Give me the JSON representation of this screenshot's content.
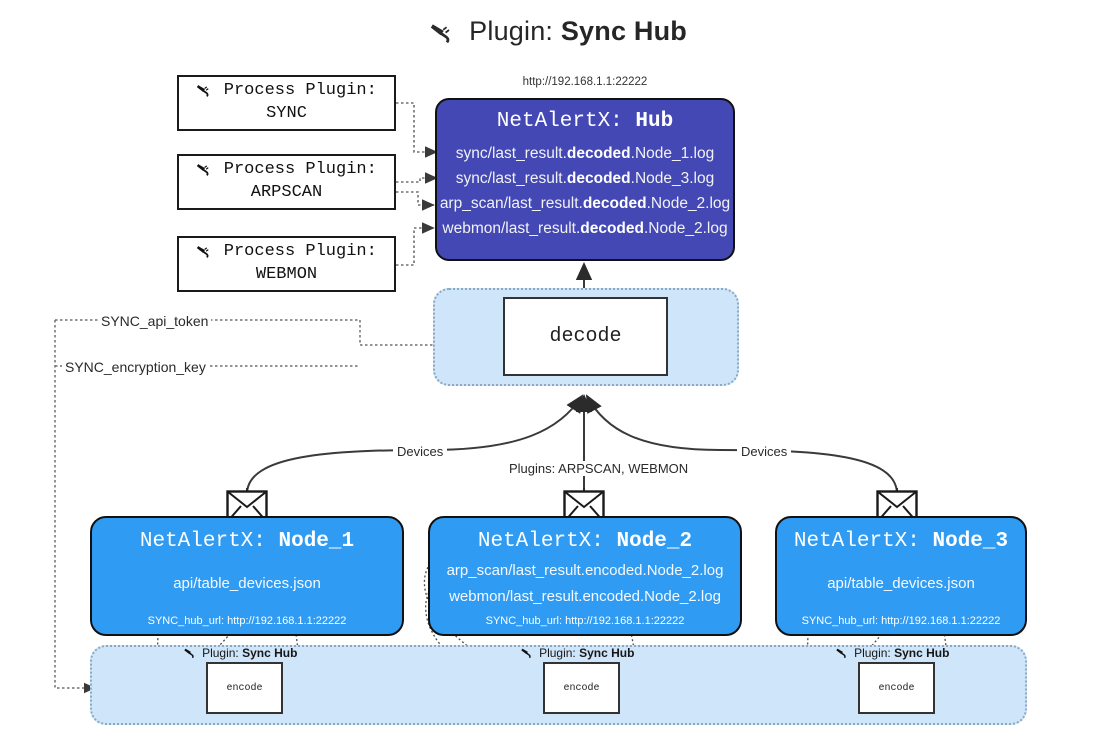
{
  "title": {
    "prefix": "Plugin:",
    "name": "Sync Hub",
    "icon": "plug-icon"
  },
  "colors": {
    "hub": "#4348b4",
    "node": "#2f9bf2",
    "container": "#cfe6fa",
    "border": "#111111"
  },
  "plugin_boxes": [
    {
      "line1": "Process Plugin:",
      "line2": "SYNC",
      "icon": "plug-icon"
    },
    {
      "line1": "Process Plugin:",
      "line2": "ARPSCAN",
      "icon": "plug-icon"
    },
    {
      "line1": "Process Plugin:",
      "line2": "WEBMON",
      "icon": "plug-icon"
    }
  ],
  "hub": {
    "url": "http://192.168.1.1:22222",
    "label_prefix": "NetAlertX:",
    "label_name": "Hub",
    "logs": [
      {
        "pre": "sync/last_result.",
        "bold": "decoded",
        "post": ".Node_1.log"
      },
      {
        "pre": "sync/last_result.",
        "bold": "decoded",
        "post": ".Node_3.log"
      },
      {
        "pre": "arp_scan/last_result.",
        "bold": "decoded",
        "post": ".Node_2.log"
      },
      {
        "pre": "webmon/last_result.",
        "bold": "decoded",
        "post": ".Node_2.log"
      }
    ]
  },
  "decode": {
    "label": "decode"
  },
  "settings": [
    {
      "label": "SYNC_api_token"
    },
    {
      "label": "SYNC_encryption_key"
    }
  ],
  "edge_labels": {
    "devices_left": "Devices",
    "devices_right": "Devices",
    "plugins_center": "Plugins: ARPSCAN, WEBMON"
  },
  "nodes": [
    {
      "label_prefix": "NetAlertX:",
      "label_name": "Node_1",
      "lines": [
        "api/table_devices.json"
      ],
      "footer": "SYNC_hub_url: http://192.168.1.1:22222",
      "mail_icon": "envelope-icon"
    },
    {
      "label_prefix": "NetAlertX:",
      "label_name": "Node_2",
      "lines": [
        "arp_scan/last_result.encoded.Node_2.log",
        "webmon/last_result.encoded.Node_2.log"
      ],
      "footer": "SYNC_hub_url: http://192.168.1.1:22222",
      "mail_icon": "envelope-icon"
    },
    {
      "label_prefix": "NetAlertX:",
      "label_name": "Node_3",
      "lines": [
        "api/table_devices.json"
      ],
      "footer": "SYNC_hub_url: http://192.168.1.1:22222",
      "mail_icon": "envelope-icon"
    }
  ],
  "encoders": [
    {
      "title_prefix": "Plugin:",
      "title_name": "Sync Hub",
      "box_label": "encode",
      "icon": "plug-icon"
    },
    {
      "title_prefix": "Plugin:",
      "title_name": "Sync Hub",
      "box_label": "encode",
      "icon": "plug-icon"
    },
    {
      "title_prefix": "Plugin:",
      "title_name": "Sync Hub",
      "box_label": "encode",
      "icon": "plug-icon"
    }
  ]
}
